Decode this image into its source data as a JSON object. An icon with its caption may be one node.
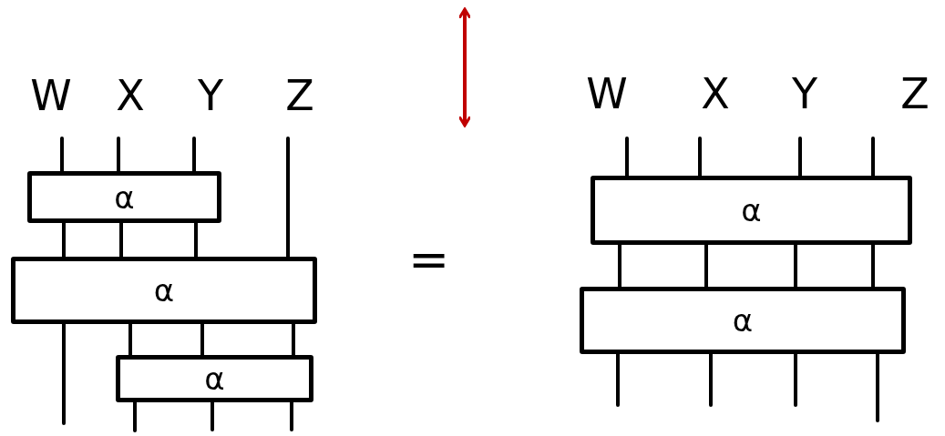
{
  "diagram": {
    "nodes": [
      {
        "text": [
          "W"
        ]
      },
      {
        "text": [
          "X"
        ]
      },
      {
        "text": [
          "Y"
        ]
      },
      {
        "text": [
          "Z"
        ]
      },
      {
        "text": [
          "α"
        ]
      },
      {
        "text": [
          "α"
        ]
      },
      {
        "text": [
          "α"
        ]
      },
      {
        "text": [
          "W"
        ]
      },
      {
        "text": [
          "X"
        ]
      },
      {
        "text": [
          "Y"
        ]
      },
      {
        "text": [
          "Z"
        ]
      },
      {
        "text": [
          "α"
        ]
      },
      {
        "text": [
          "α"
        ]
      }
    ],
    "edges": [
      {
        "from": 0,
        "to": 4,
        "arrow": "none"
      },
      {
        "from": 1,
        "to": 4,
        "arrow": "none"
      },
      {
        "from": 2,
        "to": 4,
        "arrow": "none"
      },
      {
        "from": 3,
        "to": 5,
        "arrow": "none"
      },
      {
        "from": 4,
        "to": 5,
        "arrow": "none"
      },
      {
        "from": 4,
        "to": 5,
        "arrow": "none"
      },
      {
        "from": 4,
        "to": 5,
        "arrow": "none"
      },
      {
        "from": 5,
        "to": null,
        "arrow": "none"
      },
      {
        "from": 5,
        "to": 6,
        "arrow": "none"
      },
      {
        "from": 5,
        "to": 6,
        "arrow": "none"
      },
      {
        "from": 5,
        "to": 6,
        "arrow": "none"
      },
      {
        "from": 6,
        "to": null,
        "arrow": "none"
      },
      {
        "from": 6,
        "to": null,
        "arrow": "none"
      },
      {
        "from": 6,
        "to": null,
        "arrow": "none"
      },
      {
        "from": 7,
        "to": 11,
        "arrow": "none"
      },
      {
        "from": 8,
        "to": 11,
        "arrow": "none"
      },
      {
        "from": 9,
        "to": 11,
        "arrow": "none"
      },
      {
        "from": 10,
        "to": 11,
        "arrow": "none"
      },
      {
        "from": 11,
        "to": 12,
        "arrow": "none"
      },
      {
        "from": 11,
        "to": 12,
        "arrow": "none"
      },
      {
        "from": 11,
        "to": 12,
        "arrow": "none"
      },
      {
        "from": 11,
        "to": 12,
        "arrow": "none"
      },
      {
        "from": 12,
        "to": null,
        "arrow": "none"
      },
      {
        "from": 12,
        "to": null,
        "arrow": "none"
      },
      {
        "from": 12,
        "to": null,
        "arrow": "none"
      },
      {
        "from": 12,
        "to": null,
        "arrow": "none"
      }
    ],
    "labels": [
      "="
    ]
  }
}
